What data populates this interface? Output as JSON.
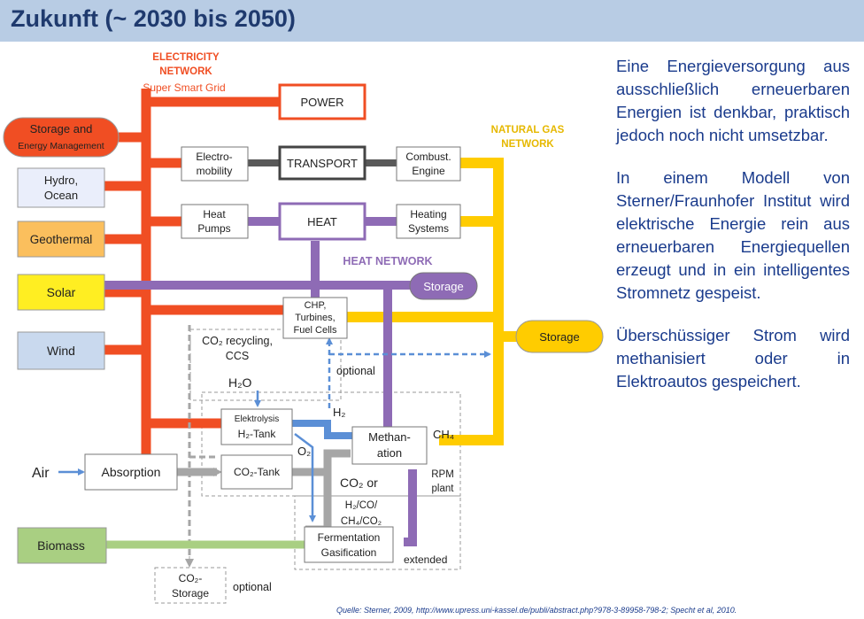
{
  "title": "Zukunft (~ 2030 bis 2050)",
  "networks": {
    "electricity_l1": "ELECTRICITY",
    "electricity_l2": "NETWORK",
    "electricity_sub": "Super Smart Grid",
    "gas_l1": "NATURAL GAS",
    "gas_l2": "NETWORK",
    "heat": "HEAT NETWORK"
  },
  "sources": {
    "storage_l1": "Storage and",
    "storage_l2": "Energy Management",
    "hydro_l1": "Hydro,",
    "hydro_l2": "Ocean",
    "geothermal": "Geothermal",
    "solar": "Solar",
    "wind": "Wind",
    "air": "Air",
    "biomass": "Biomass"
  },
  "boxes": {
    "power": "POWER",
    "transport": "TRANSPORT",
    "heat": "HEAT",
    "emob_l1": "Electro-",
    "emob_l2": "mobility",
    "combust_l1": "Combust.",
    "combust_l2": "Engine",
    "heatpumps_l1": "Heat",
    "heatpumps_l2": "Pumps",
    "heating_l1": "Heating",
    "heating_l2": "Systems",
    "chp_l1": "CHP,",
    "chp_l2": "Turbines,",
    "chp_l3": "Fuel Cells",
    "heat_storage": "Storage",
    "gas_storage": "Storage",
    "elektrolysis_l1": "Elektrolysis",
    "elektrolysis_l2": "H₂-Tank",
    "methanation_l1": "Methan-",
    "methanation_l2": "ation",
    "absorption": "Absorption",
    "co2tank": "CO₂-Tank",
    "fermentation_l1": "Fermentation",
    "fermentation_l2": "Gasification",
    "co2storage_l1": "CO₂-",
    "co2storage_l2": "Storage"
  },
  "labels": {
    "co2_recycling_l1": "CO₂ recycling,",
    "co2_recycling_l2": "CCS",
    "optional_top": "optional",
    "h2o": "H₂O",
    "h2": "H₂",
    "o2": "O₂",
    "ch4": "CH₄",
    "co2_or": "CO₂ or",
    "rpm_l1": "RPM",
    "rpm_l2": "plant",
    "mix_l1": "H₂/CO/",
    "mix_l2": "CH₄/CO₂",
    "extended": "extended",
    "optional_bottom": "optional"
  },
  "side_text": {
    "p1": "Eine Energieversorgung aus ausschließlich erneuerbaren Energien ist denkbar, praktisch jedoch noch nicht umsetzbar.",
    "p2": "In einem Modell von Sterner/Fraunhofer Institut wird elektrische Energie rein aus erneuerbaren Energiequellen erzeugt und in ein intelligentes Stromnetz gespeist.",
    "p3": "Überschüssiger Strom wird methanisiert oder in Elektroautos gespeichert."
  },
  "source": "Quelle: Sterner, 2009, http://www.upress.uni-kassel.de/publi/abstract.php?978-3-89958-798-2; Specht et al, 2010.",
  "colors": {
    "electricity": "#f04e23",
    "gas": "#ffcc00",
    "heat": "#8e6bb5",
    "transport": "#595959",
    "hydrogen": "#5b8fd6",
    "co2": "#a6a6a6",
    "biomass": "#a9cf82",
    "header": "#b8cce4",
    "title": "#1f3a6e",
    "text": "#1a3b8c"
  }
}
